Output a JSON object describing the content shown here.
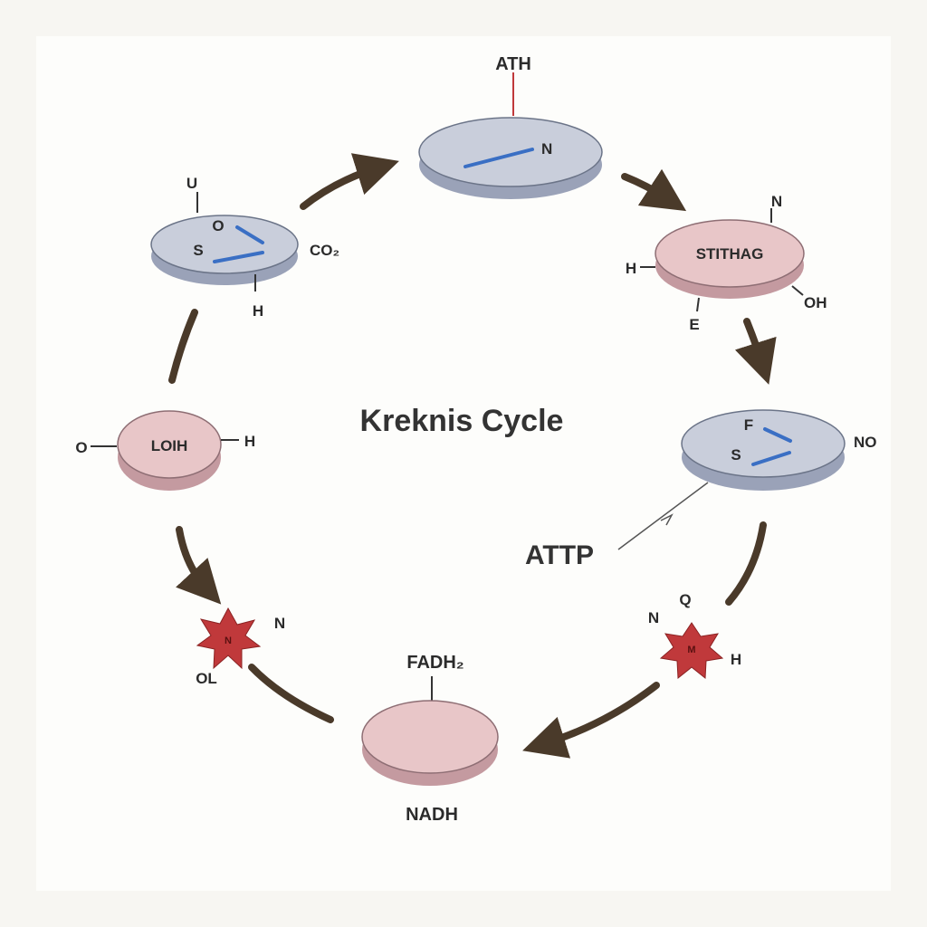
{
  "title": "Kreknis Cycle",
  "colors": {
    "blue_disc": "#c9cedb",
    "blue_disc_side": "#9aa2b8",
    "pink_disc": "#e8c6c8",
    "pink_disc_side": "#c49aa0",
    "arrow": "#4a3a2a",
    "star": "#c0393b",
    "blue_line": "#3a6fc4"
  },
  "nodes": {
    "top": {
      "label_above": "ATH",
      "inner": "N"
    },
    "upper_left": {
      "top": "U",
      "inner_o": "O",
      "inner_s": "S",
      "right": "CO₂",
      "bottom": "H"
    },
    "upper_right": {
      "inner": "STITHAG",
      "top": "N",
      "left": "H",
      "right": "OH",
      "bottom": "E"
    },
    "left": {
      "inner": "LOIH",
      "left": "O",
      "right": "H"
    },
    "right": {
      "inner_f": "F",
      "inner_s": "S",
      "right": "NO"
    },
    "attp": "ATTP",
    "star_left": {
      "inner": "N",
      "right": "N",
      "bottom": "OL"
    },
    "star_right": {
      "top": "Q",
      "left": "N",
      "inner": "M",
      "right": "H"
    },
    "bottom": {
      "top": "FADH₂",
      "below": "NADH"
    }
  }
}
